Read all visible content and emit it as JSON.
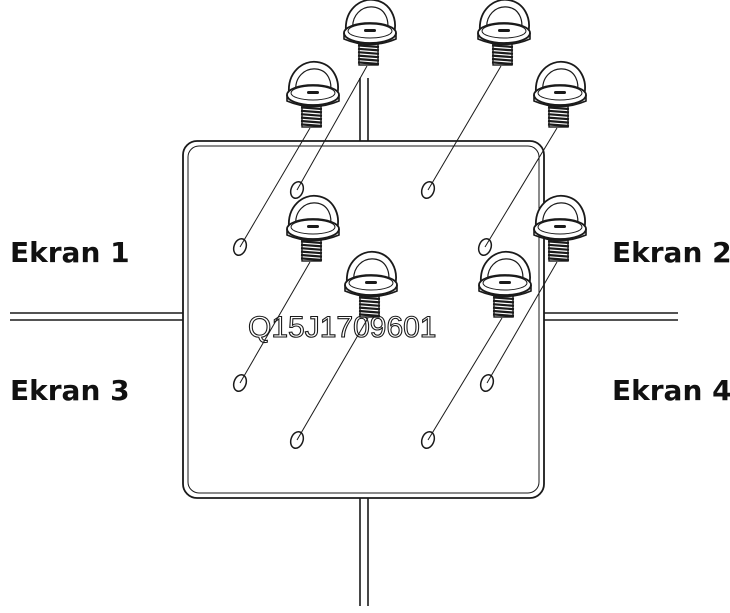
{
  "labels": {
    "screen_1": "Ekran 1",
    "screen_2": "Ekran 2",
    "screen_3": "Ekran 3",
    "screen_4": "Ekran 4"
  },
  "plate": {
    "part_number": "Q15J1709601"
  },
  "colors": {
    "line": "#1a1a1a",
    "background": "#ffffff"
  },
  "icons": [
    "thumb-screw-icon",
    "mounting-hole-icon"
  ]
}
